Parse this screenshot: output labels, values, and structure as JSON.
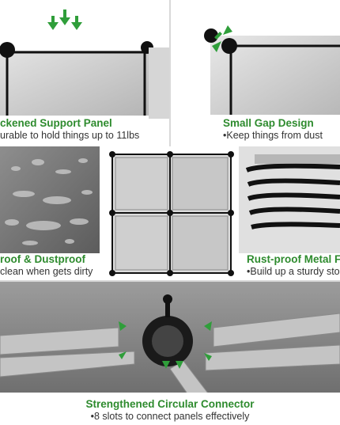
{
  "colors": {
    "title_green": "#2e8b2e",
    "arrow_green": "#2f9e3a",
    "frame_black": "#111111",
    "panel_gray": "#bdbdbd"
  },
  "panels": {
    "support": {
      "title": "ckened Support Panel",
      "subtitle": "urable to hold things up to 11lbs"
    },
    "gap": {
      "title": "Small Gap Design",
      "subtitle": "•Keep things from dust"
    },
    "waterproof": {
      "title": "roof & Dustproof",
      "subtitle": "clean when gets dirty"
    },
    "rust": {
      "title": "Rust-proof Metal F",
      "subtitle": "•Build up a sturdy stora"
    },
    "connector": {
      "title": "Strengthened Circular Connector",
      "subtitle": "•8 slots to connect panels effectively"
    }
  }
}
